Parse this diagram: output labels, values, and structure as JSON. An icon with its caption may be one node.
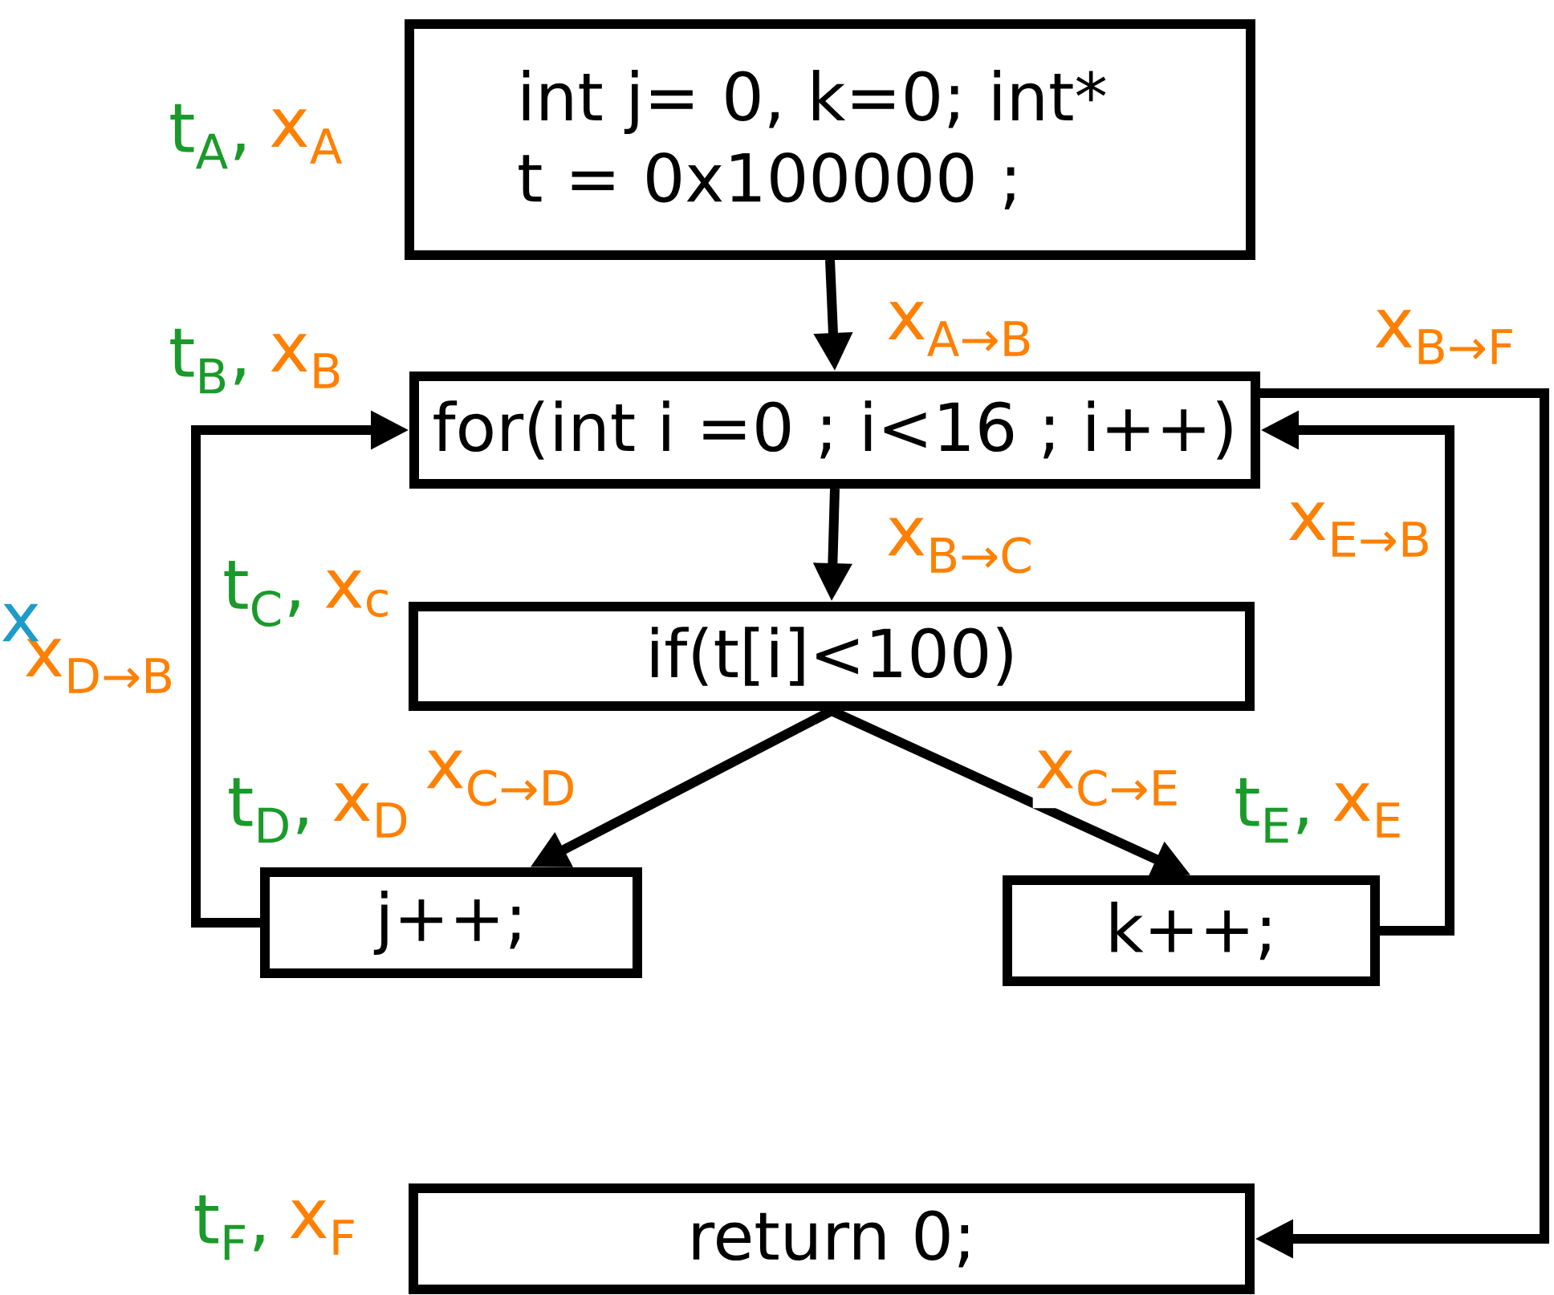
{
  "diagram": {
    "nodes": [
      {
        "text": [
          "int j= 0, k=0; int* t = 0x100000 ;"
        ],
        "beside": [
          "t$_{A}$,",
          "x$_{A}$"
        ]
      },
      {
        "text": [
          "for(int i =0 ; i<16 ; i++)"
        ],
        "beside": [
          "t$_{B}$,",
          "x$_{B}$"
        ]
      },
      {
        "text": [
          "if(t[i]<100)"
        ],
        "beside": [
          "t$_{C}$,",
          "x$_{c}$"
        ]
      },
      {
        "text": [
          "j++;"
        ],
        "beside": [
          "t$_{D}$,",
          "x$_{D}$"
        ]
      },
      {
        "text": [
          "k++;"
        ],
        "beside": [
          "t$_{E}$,",
          "x$_{E}$"
        ]
      },
      {
        "text": [
          "return 0;"
        ],
        "beside": [
          "t$_{F}$,",
          "x$_{F}$"
        ]
      }
    ],
    "edges": [
      {
        "from": 0,
        "to": 1,
        "arrow": "to",
        "label": "x$_{A→B}$"
      },
      {
        "from": 1,
        "to": 2,
        "arrow": "to",
        "label": "x$_{B→C}$"
      },
      {
        "from": 2,
        "to": 3,
        "arrow": "to",
        "label": "x$_{C→D}$"
      },
      {
        "from": 2,
        "to": 4,
        "arrow": "to",
        "label": "x$_{C→E}$"
      },
      {
        "from": 3,
        "to": 1,
        "arrow": "to",
        "label": "x$_{D→B}$"
      },
      {
        "from": 4,
        "to": 1,
        "arrow": "to",
        "label": "x$_{E→B}$"
      },
      {
        "from": 1,
        "to": 5,
        "arrow": "to",
        "label": "x$_{B→F}$"
      }
    ],
    "labels": [
      "x"
    ]
  }
}
